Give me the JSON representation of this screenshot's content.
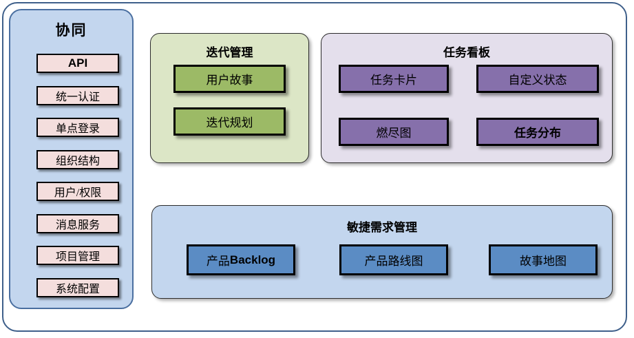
{
  "diagram": {
    "title_note": "",
    "colors": {
      "outer_frame_border": "#3e5f8a",
      "sidebar_bg": "#c3d6ee",
      "sidebar_item_bg": "#f4dedd",
      "iteration_panel_bg": "#dce6c6",
      "iteration_box_bg": "#9cba66",
      "taskboard_panel_bg": "#e4dfec",
      "taskboard_box_bg": "#8670ab",
      "agile_panel_bg": "#c3d6ee",
      "agile_box_bg": "#5b8cc4"
    }
  },
  "sidebar": {
    "title": "协同",
    "items": [
      {
        "label": "API"
      },
      {
        "label": "统一认证"
      },
      {
        "label": "单点登录"
      },
      {
        "label": "组织结构"
      },
      {
        "label": "用户/权限"
      },
      {
        "label": "消息服务"
      },
      {
        "label": "项目管理"
      },
      {
        "label": "系统配置"
      }
    ]
  },
  "iteration_panel": {
    "title": "迭代管理",
    "boxes": [
      {
        "label": "用户故事"
      },
      {
        "label": "迭代规划"
      }
    ]
  },
  "taskboard_panel": {
    "title": "任务看板",
    "boxes": [
      {
        "label": "任务卡片"
      },
      {
        "label": "自定义状态"
      },
      {
        "label": "燃尽图"
      },
      {
        "label": "任务分布"
      }
    ]
  },
  "agile_panel": {
    "title": "敏捷需求管理",
    "boxes": [
      {
        "label_cn": "产品",
        "label_en": "Backlog"
      },
      {
        "label_cn": "产品路线图",
        "label_en": ""
      },
      {
        "label_cn": "故事地图",
        "label_en": ""
      }
    ]
  }
}
